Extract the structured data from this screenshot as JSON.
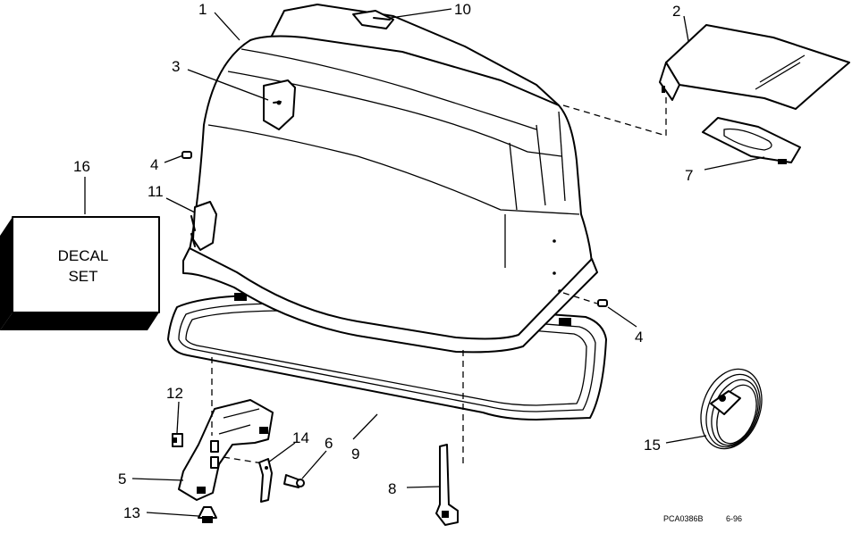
{
  "decal_box": {
    "line1": "DECAL",
    "line2": "SET"
  },
  "callouts": {
    "c1": "1",
    "c2": "2",
    "c3": "3",
    "c4a": "4",
    "c4b": "4",
    "c5": "5",
    "c6": "6",
    "c7": "7",
    "c8": "8",
    "c9": "9",
    "c10": "10",
    "c11": "11",
    "c12": "12",
    "c13": "13",
    "c14": "14",
    "c15": "15",
    "c16": "16"
  },
  "footer": {
    "code": "PCA0386B",
    "date": "6-96"
  }
}
